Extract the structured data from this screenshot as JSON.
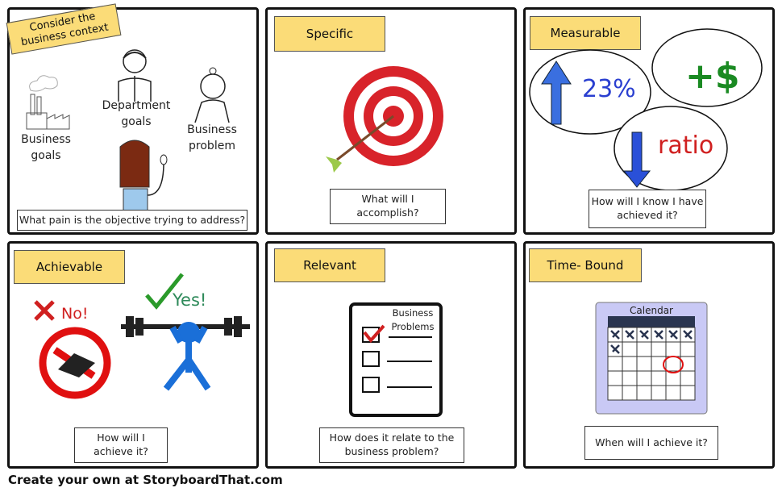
{
  "panels": [
    {
      "title": "Consider the business context",
      "labels": [
        "Business goals",
        "Department goals",
        "Business problem"
      ],
      "caption": "What pain is the objective trying to address?"
    },
    {
      "title": "Specific",
      "caption": "What will I accomplish?"
    },
    {
      "title": "Measurable",
      "labels": [
        "23%",
        "+$",
        "ratio"
      ],
      "caption": "How will I know I have achieved it?"
    },
    {
      "title": "Achievable",
      "labels": [
        "No!",
        "Yes!"
      ],
      "caption": "How will I achieve it?"
    },
    {
      "title": "Relevant",
      "labels": [
        "Business Problems"
      ],
      "caption": "How does it relate to the business problem?"
    },
    {
      "title": "Time- Bound",
      "labels": [
        "Calendar"
      ],
      "caption": "When will I achieve it?"
    }
  ],
  "footer": "Create your own at StoryboardThat.com"
}
